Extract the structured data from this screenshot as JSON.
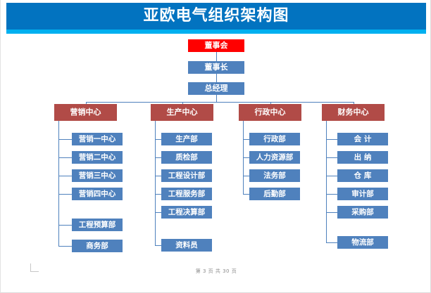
{
  "document": {
    "title": "亚欧电气组织架构图",
    "footer": "第 3 页 共 30 页"
  },
  "colors": {
    "banner": "#0273c0",
    "banner_accent": "#00b0f0",
    "board_red": "#ff0000",
    "center_red": "#b14b47",
    "dept_blue": "#4f81bd",
    "connector": "#4f81bd",
    "page_background": "#ffffff"
  },
  "chart_data": {
    "type": "org-chart",
    "title": "亚欧电气组织架构图",
    "root": {
      "label": "董事会",
      "color": "#ff0000"
    },
    "chain": [
      {
        "label": "董事长",
        "color": "#4f81bd"
      },
      {
        "label": "总经理",
        "color": "#4f81bd"
      }
    ],
    "centers": [
      {
        "label": "营销中心",
        "color": "#b14b47",
        "departments": [
          "营销一中心",
          "营销二中心",
          "营销三中心",
          "营销四中心",
          "工程预算部",
          "商务部"
        ]
      },
      {
        "label": "生产中心",
        "color": "#b14b47",
        "departments": [
          "生产部",
          "质检部",
          "工程设计部",
          "工程服务部",
          "工程决算部",
          "资料员"
        ]
      },
      {
        "label": "行政中心",
        "color": "#b14b47",
        "departments": [
          "行政部",
          "人力资源部",
          "法务部",
          "后勤部"
        ]
      },
      {
        "label": "财务中心",
        "color": "#b14b47",
        "departments": [
          "会 计",
          "出 纳",
          "仓 库",
          "审计部",
          "采购部",
          "物流部"
        ]
      }
    ]
  }
}
